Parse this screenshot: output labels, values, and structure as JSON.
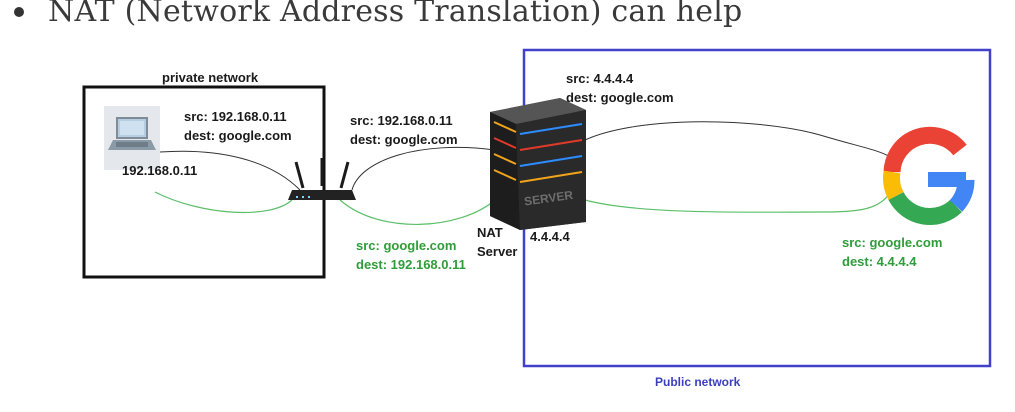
{
  "bullet": {
    "text": "NAT (Network Address Translation) can help"
  },
  "private_network": {
    "title": "private network",
    "laptop_ip": "192.168.0.11",
    "outgoing": {
      "src": "src: 192.168.0.11",
      "dest": "dest: google.com"
    }
  },
  "router_link": {
    "outgoing": {
      "src": "src: 192.168.0.11",
      "dest": "dest: google.com"
    },
    "incoming": {
      "src": "src: google.com",
      "dest": "dest: 192.168.0.11"
    }
  },
  "nat_server": {
    "name_line1": "NAT",
    "name_line2": "Server",
    "ip": "4.4.4.4",
    "case_text": "SERVER",
    "outgoing": {
      "src": "src: 4.4.4.4",
      "dest": "dest: google.com"
    }
  },
  "public_network": {
    "title": "Public network",
    "incoming": {
      "src": "src: google.com",
      "dest": "dest: 4.4.4.4"
    }
  },
  "colors": {
    "private_box": "#111111",
    "public_box": "#4040c8",
    "outgoing_line": "#333333",
    "incoming_line": "#5cbf6a",
    "incoming_text": "#2e9d3a"
  },
  "icons": [
    "laptop-icon",
    "router-icon",
    "server-icon",
    "google-logo-icon"
  ]
}
